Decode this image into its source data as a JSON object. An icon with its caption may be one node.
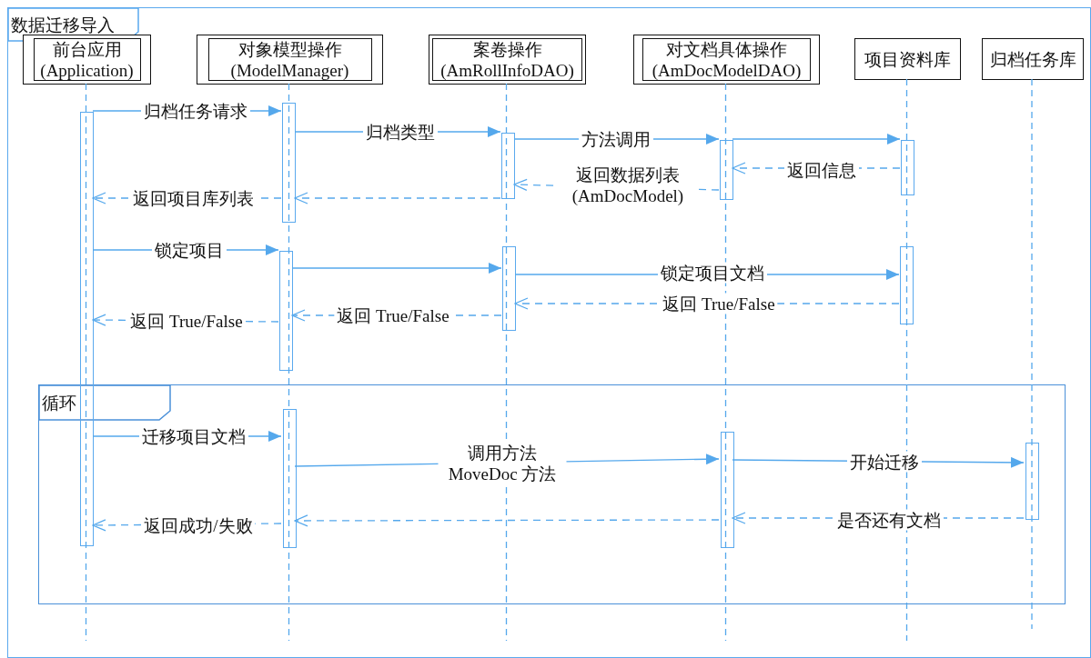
{
  "diagram": {
    "nodes": [
      {
        "text": [
          "数据迁移导入"
        ]
      },
      {
        "text": [
          "前台应用 (Application)"
        ],
        "in": 0
      },
      {
        "text": [
          "对象模型操作 (ModelManager)"
        ],
        "in": 0
      },
      {
        "text": [
          "案卷操作 (AmRollInfoDAO)"
        ],
        "in": 0
      },
      {
        "text": [
          "对文档具体操作 (AmDocModelDAO)"
        ],
        "in": 0
      },
      {
        "text": [
          "项目资料库"
        ],
        "in": 0
      },
      {
        "text": [
          "归档任务库"
        ],
        "in": 0
      },
      {
        "text": [],
        "shape": "bar",
        "in": 0
      },
      {
        "text": [],
        "shape": "bar",
        "in": 0
      },
      {
        "text": [],
        "shape": "bar",
        "in": 0
      },
      {
        "text": [],
        "shape": "bar",
        "in": 0
      },
      {
        "text": [],
        "shape": "bar",
        "in": 0
      },
      {
        "text": [],
        "shape": "bar",
        "in": 0
      },
      {
        "text": [],
        "shape": "bar",
        "in": 0
      },
      {
        "text": [],
        "shape": "bar",
        "in": 0
      },
      {
        "text": [
          "循环"
        ],
        "in": 0
      },
      {
        "text": [],
        "shape": "bar",
        "in": 15
      },
      {
        "text": [],
        "shape": "bar",
        "in": 15
      },
      {
        "text": [],
        "shape": "bar",
        "in": 15
      }
    ],
    "edges": [
      {
        "from": 7,
        "to": 8,
        "arrow": "to",
        "label": "归档任务请求"
      },
      {
        "from": 8,
        "to": 9,
        "arrow": "to",
        "label": "归档类型"
      },
      {
        "from": 9,
        "to": 10,
        "arrow": "to",
        "label": "方法调用"
      },
      {
        "from": 10,
        "to": 11,
        "arrow": "to"
      },
      {
        "from": 11,
        "to": 10,
        "arrow": "to",
        "label": "返回信息",
        "style": "dashed"
      },
      {
        "from": 10,
        "to": 9,
        "arrow": "to",
        "label": "返回数据列表 (AmDocModel)",
        "style": "dashed"
      },
      {
        "from": 9,
        "to": 8,
        "arrow": "to",
        "style": "dashed"
      },
      {
        "from": 8,
        "to": 7,
        "arrow": "to",
        "label": "返回项目库列表",
        "style": "dashed"
      },
      {
        "from": 7,
        "to": 12,
        "arrow": "to",
        "label": "锁定项目"
      },
      {
        "from": 12,
        "to": 13,
        "arrow": "to"
      },
      {
        "from": 13,
        "to": 14,
        "arrow": "to",
        "label": "锁定项目文档"
      },
      {
        "from": 14,
        "to": 13,
        "arrow": "to",
        "label": "返回 True/False",
        "style": "dashed"
      },
      {
        "from": 13,
        "to": 12,
        "arrow": "to",
        "label": "返回 True/False",
        "style": "dashed"
      },
      {
        "from": 12,
        "to": 7,
        "arrow": "to",
        "label": "返回 True/False",
        "style": "dashed"
      },
      {
        "from": 7,
        "to": 16,
        "arrow": "to",
        "label": "迁移项目文档"
      },
      {
        "from": 16,
        "to": 17,
        "arrow": "to",
        "label": "调用方法 MoveDoc 方法"
      },
      {
        "from": 17,
        "to": 18,
        "arrow": "to",
        "label": "开始迁移"
      },
      {
        "from": 18,
        "to": 17,
        "arrow": "to",
        "label": "是否还有文档",
        "style": "dashed"
      },
      {
        "from": 17,
        "to": 16,
        "arrow": "to",
        "style": "dashed"
      },
      {
        "from": 16,
        "to": 7,
        "arrow": "to",
        "label": "返回成功/失败",
        "style": "dashed"
      }
    ]
  }
}
